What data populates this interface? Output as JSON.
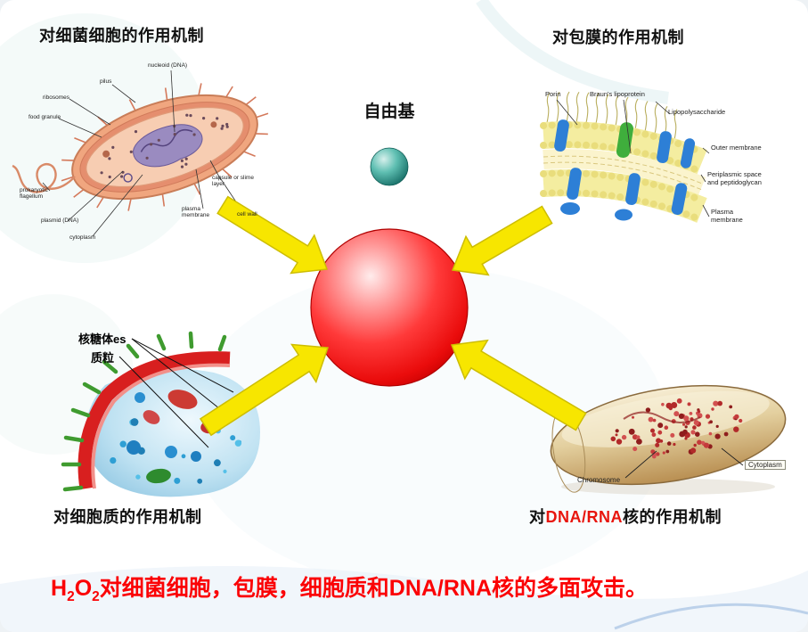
{
  "titles": {
    "top_left": "对细菌细胞的作用机制",
    "top_right": "对包膜的作用机制",
    "bottom_left": "对细胞质的作用机制",
    "bottom_right": {
      "prefix": "对",
      "highlight": "DNA/RNA",
      "suffix": "核的作用机制"
    }
  },
  "center": {
    "free_radical": "自由基"
  },
  "caption": {
    "f1": "H",
    "f2": "2",
    "f3": "O",
    "f4": "2",
    "text": "对细菌细胞，包膜，细胞质和DNA/RNA核的多面攻击。"
  },
  "bacterium": {
    "nucleoid": "nucleoid (DNA)",
    "pilus": "pilus",
    "ribosomes": "ribosomes",
    "food_granule": "food granule",
    "flagellum": "prokaryotic flagellum",
    "plasmid": "plasmid (DNA)",
    "cytoplasm": "cytoplasm",
    "capsule": "capsule or slime layer",
    "plasma_membrane": "plasma membrane",
    "cell_wall": "cell wall"
  },
  "membrane": {
    "porin": "Porin",
    "brauns_lipoprotein": "Braun's lipoprotein",
    "lipopolysaccharide": "Lipopolysaccharide",
    "outer_membrane": "Outer membrane",
    "periplasmic": "Periplasmic space and peptidoglycan",
    "plasma_membrane": "Plasma membrane"
  },
  "cytoplasm_cell": {
    "ribosome": "核糖体es",
    "plasmid": "质粒"
  },
  "dna_cell": {
    "chromosome": "Chromosome",
    "cytoplasm": "Cytoplasm"
  },
  "colors": {
    "arrow_yellow": "#f7e600",
    "caption_red": "#fb0205",
    "dna_highlight_red": "#e8150d"
  }
}
